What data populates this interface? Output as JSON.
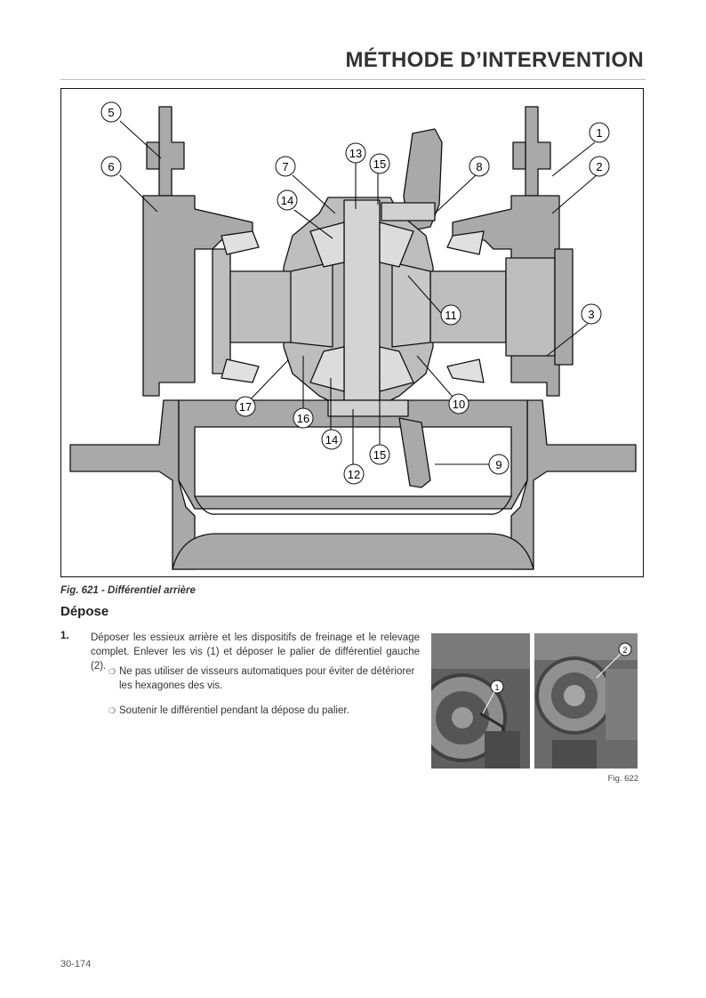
{
  "header": {
    "title": "MÉTHODE D’INTERVENTION"
  },
  "figure_621": {
    "caption": "Fig. 621 - Différentiel arrière",
    "callouts": [
      "1",
      "2",
      "3",
      "5",
      "6",
      "7",
      "8",
      "9",
      "10",
      "11",
      "12",
      "13",
      "14",
      "15",
      "16",
      "17"
    ],
    "callouts_dup": [
      "14",
      "15"
    ]
  },
  "section": {
    "title": "Dépose"
  },
  "steps": [
    {
      "number": "1.",
      "text": "Déposer les essieux arrière et les dispositifs de freinage et le relevage complet. Enlever les vis (1) et déposer le palier de différentiel gauche (2).",
      "bullets": [
        "Ne pas utiliser de visseurs automatiques pour éviter de détériorer les hexagones des vis.",
        "Soutenir le différentiel pendant la dépose du palier."
      ]
    }
  ],
  "figure_622": {
    "caption": "Fig. 622",
    "photo_left_callout": "1",
    "photo_right_callout": "2"
  },
  "footer": {
    "page_number": "30-174"
  },
  "colors": {
    "metal_fill": "#a9a9a9",
    "line": "#111111",
    "header_text": "#333333"
  }
}
